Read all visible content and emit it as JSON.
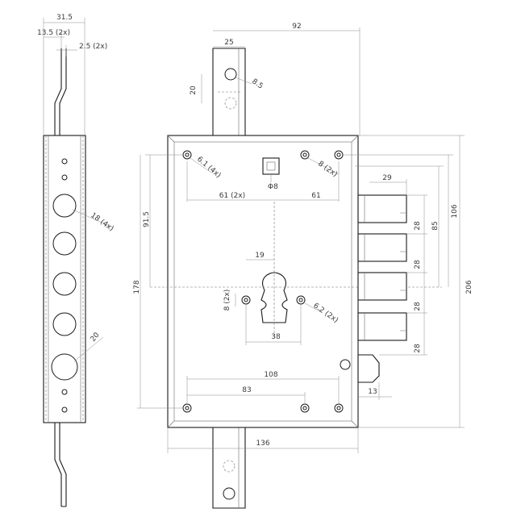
{
  "dimensions": {
    "front_width": "31.5",
    "front_offset": "13.5 (2x)",
    "front_thickness": "2.5 (2x)",
    "front_hole_large": "18 (4x)",
    "front_hole_round": "20",
    "top_width": "92",
    "tab_width": "25",
    "tab_height": "20",
    "tab_hole": "8.5",
    "corner_holes": "6.1 (4x)",
    "upper_holes": "8 (2x)",
    "square_spindle": "Φ8",
    "spacing_left": "61 (2x)",
    "spacing_right": "61",
    "height_915": "91.5",
    "height_178": "178",
    "height_206": "206",
    "height_106": "106",
    "height_85": "85",
    "bolt_width": "29",
    "bolt_pitch": "28",
    "key_width": "19",
    "key_side_holes": "8 (2x)",
    "key_side_holes_dia": "6.2 (2x)",
    "key_spacing": "38",
    "bottom_108": "108",
    "bottom_83": "83",
    "latch_width": "13",
    "body_width": "136"
  }
}
